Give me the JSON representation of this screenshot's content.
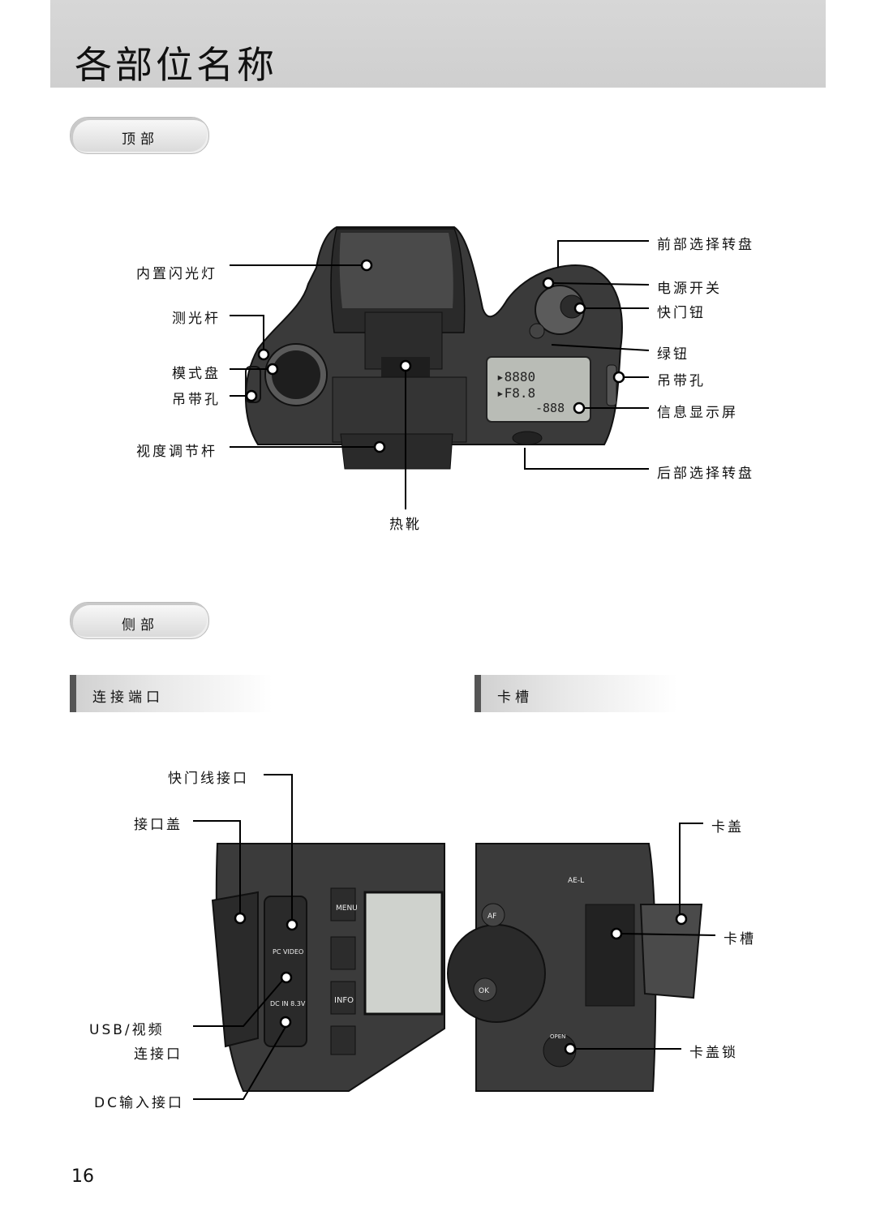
{
  "page": {
    "title": "各部位名称",
    "page_number": "16"
  },
  "sections": {
    "top": {
      "heading": "顶部",
      "labels": {
        "built_in_flash": "内置闪光灯",
        "metering_lever": "测光杆",
        "mode_dial": "模式盘",
        "strap_eyelet_left": "吊带孔",
        "diopter_lever": "视度调节杆",
        "hot_shoe": "热靴",
        "front_dial": "前部选择转盘",
        "power_switch": "电源开关",
        "shutter_button": "快门钮",
        "green_button": "绿钮",
        "strap_eyelet_right": "吊带孔",
        "info_display": "信息显示屏",
        "rear_dial": "后部选择转盘"
      }
    },
    "side": {
      "heading": "侧部",
      "connectors": {
        "heading": "连接端口",
        "labels": {
          "cable_release": "快门线接口",
          "terminal_cover": "接口盖",
          "usb_video_line1": "USB/视频",
          "usb_video_line2": "连接口",
          "dc_in": "DC输入接口"
        },
        "panel_text": {
          "pc_video": "PC VIDEO",
          "dc_in_rating": "DC IN 8.3V",
          "menu": "MENU",
          "info": "INFO"
        }
      },
      "card_slot": {
        "heading": "卡槽",
        "labels": {
          "card_cover": "卡盖",
          "card_slot": "卡槽",
          "card_cover_lock": "卡盖锁"
        },
        "panel_text": {
          "ae_l": "AE-L",
          "af": "AF",
          "ok": "OK",
          "open": "OPEN"
        }
      }
    }
  },
  "colors": {
    "title_band": "#d4d4d4",
    "camera_body": "#3a3a3a",
    "camera_dark": "#1e1e1e",
    "lcd": "#b9bcb6"
  }
}
